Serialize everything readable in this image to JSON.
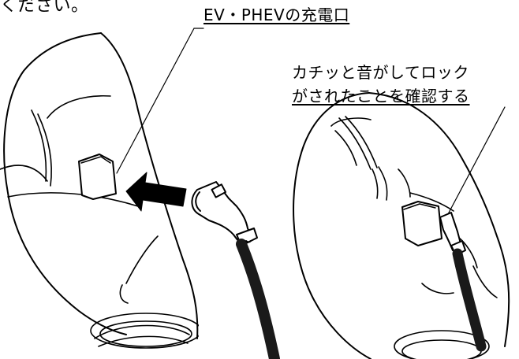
{
  "header": {
    "fragment_text": "ください。"
  },
  "callouts": {
    "charge_port": "EV・PHEVの充電口",
    "lock_line1": "カチッと音がしてロック",
    "lock_line2": "がされたことを確認する"
  },
  "colors": {
    "ink": "#000000",
    "paper": "#ffffff"
  },
  "figure": {
    "left_panel": "insert-connector",
    "right_panel": "connector-locked",
    "arrow_icon": "arrow-right-icon"
  }
}
